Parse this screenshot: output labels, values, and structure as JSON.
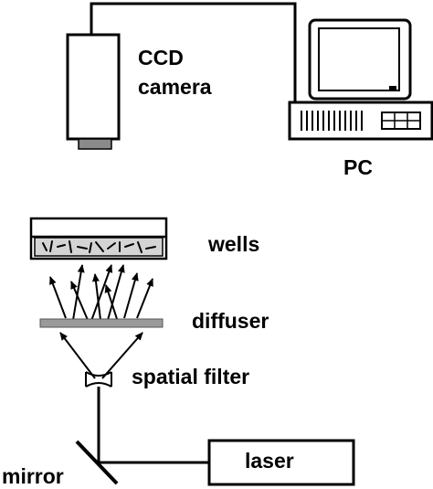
{
  "labels": {
    "ccd_line1": "CCD",
    "ccd_line2": "camera",
    "pc": "PC",
    "wells": "wells",
    "diffuser": "diffuser",
    "spatial_filter": "spatial filter",
    "laser": "laser",
    "mirror": "mirror"
  },
  "colors": {
    "line": "#000000",
    "camera_lens": "#8a8a8a",
    "diffuser": "#9a9a9a",
    "wells_sample": "#d4d4d4",
    "background": "#ffffff"
  }
}
